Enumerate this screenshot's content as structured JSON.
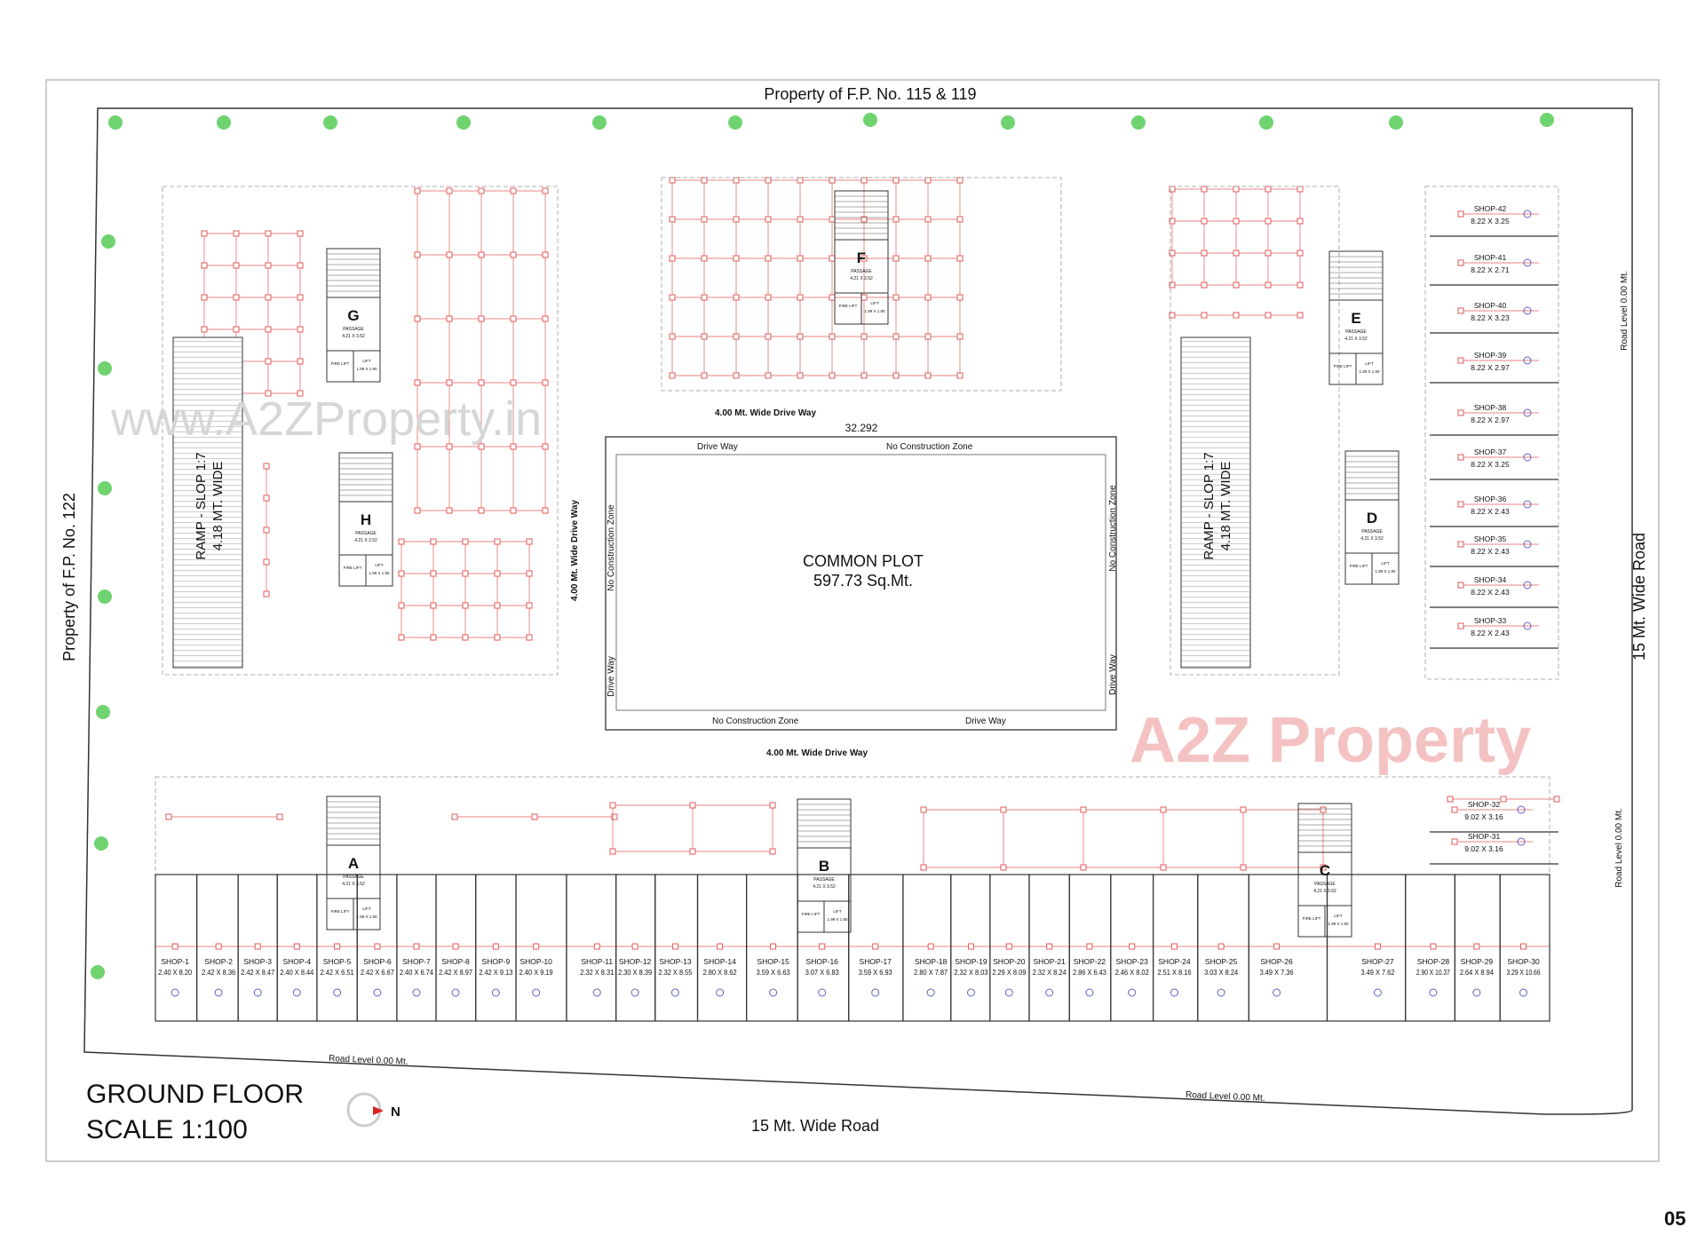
{
  "sheet": {
    "title": "GROUND FLOOR",
    "scale": "SCALE 1:100",
    "north_label": "N",
    "page_number": "05"
  },
  "boundaries": {
    "top": "Property of F.P. No. 115 & 119",
    "left": "Property of F.P. No. 122",
    "bottom_road": "15 Mt. Wide Road",
    "right_road": "15 Mt. Wide Road",
    "road_level": "Road Level 0.00 Mt."
  },
  "common_plot": {
    "title": "COMMON PLOT",
    "area": "597.73 Sq.Mt.",
    "dimension": "32.292",
    "drive_way": "Drive Way",
    "no_construction": "No Construction Zone"
  },
  "driveways": {
    "label": "4.00 Mt. Wide Drive Way"
  },
  "ramps": [
    {
      "label": "RAMP - SLOP 1:7",
      "width": "4.18 MT. WIDE"
    },
    {
      "label": "RAMP - SLOP 1:7",
      "width": "4.18 MT. WIDE"
    }
  ],
  "blocks": [
    {
      "letter": "A"
    },
    {
      "letter": "B"
    },
    {
      "letter": "C"
    },
    {
      "letter": "D"
    },
    {
      "letter": "E"
    },
    {
      "letter": "F"
    },
    {
      "letter": "G"
    },
    {
      "letter": "H"
    }
  ],
  "block_details": {
    "passage": "PASSAGE",
    "passage_size": "4.21 X 3.52",
    "fire_lift": "FIRE LIFT",
    "lift": "LIFT",
    "lift_size": "1.99 X 1.90"
  },
  "shops_front": [
    {
      "name": "SHOP-1",
      "size": "2.40 X 8.20"
    },
    {
      "name": "SHOP-2",
      "size": "2.42 X 8.36"
    },
    {
      "name": "SHOP-3",
      "size": "2.42 X 8.47"
    },
    {
      "name": "SHOP-4",
      "size": "2.40 X 8.44"
    },
    {
      "name": "SHOP-5",
      "size": "2.42 X 6.51"
    },
    {
      "name": "SHOP-6",
      "size": "2.42 X 6.67"
    },
    {
      "name": "SHOP-7",
      "size": "2.40 X 6.74"
    },
    {
      "name": "SHOP-8",
      "size": "2.42 X 8.97"
    },
    {
      "name": "SHOP-9",
      "size": "2.42 X 9.13"
    },
    {
      "name": "SHOP-10",
      "size": "2.40 X 9.19"
    },
    {
      "name": "SHOP-11",
      "size": "2.32 X 8.31"
    },
    {
      "name": "SHOP-12",
      "size": "2.30 X 8.39"
    },
    {
      "name": "SHOP-13",
      "size": "2.32 X 8.55"
    },
    {
      "name": "SHOP-14",
      "size": "2.80 X 8.62"
    },
    {
      "name": "SHOP-15",
      "size": "3.59 X 6.63"
    },
    {
      "name": "SHOP-16",
      "size": "3.07 X 6.83"
    },
    {
      "name": "SHOP-17",
      "size": "3.59 X 6.93"
    },
    {
      "name": "SHOP-18",
      "size": "2.80 X 7.87"
    },
    {
      "name": "SHOP-19",
      "size": "2.32 X 8.03"
    },
    {
      "name": "SHOP-20",
      "size": "2.29 X 8.09"
    },
    {
      "name": "SHOP-21",
      "size": "2.32 X 8.24"
    },
    {
      "name": "SHOP-22",
      "size": "2.86 X 6.43"
    },
    {
      "name": "SHOP-23",
      "size": "2.46 X 8.02"
    },
    {
      "name": "SHOP-24",
      "size": "2.51 X 8.16"
    },
    {
      "name": "SHOP-25",
      "size": "3.03 X 8.24"
    },
    {
      "name": "SHOP-26",
      "size": "3.49 X 7.36"
    },
    {
      "name": "SHOP-27",
      "size": "3.49 X 7.62"
    },
    {
      "name": "SHOP-28",
      "size": "2.90 X 10.37"
    },
    {
      "name": "SHOP-29",
      "size": "2.64 X 8.94"
    },
    {
      "name": "SHOP-30",
      "size": "3.29 X 10.66"
    }
  ],
  "shops_side": [
    {
      "name": "SHOP-31",
      "size": "9.02 X 3.16"
    },
    {
      "name": "SHOP-32",
      "size": "9.02 X 3.16"
    },
    {
      "name": "SHOP-33",
      "size": "8.22 X 2.43"
    },
    {
      "name": "SHOP-34",
      "size": "8.22 X 2.43"
    },
    {
      "name": "SHOP-35",
      "size": "8.22 X 2.43"
    },
    {
      "name": "SHOP-36",
      "size": "8.22 X 2.43"
    },
    {
      "name": "SHOP-37",
      "size": "8.22 X 3.25"
    },
    {
      "name": "SHOP-38",
      "size": "8.22 X 2.97"
    },
    {
      "name": "SHOP-39",
      "size": "8.22 X 2.97"
    },
    {
      "name": "SHOP-40",
      "size": "8.22 X 3.23"
    },
    {
      "name": "SHOP-41",
      "size": "8.22 X 2.71"
    },
    {
      "name": "SHOP-42",
      "size": "8.22 X 3.25"
    }
  ],
  "watermarks": {
    "left": "www.A2ZProperty.in",
    "right": "A2Z Property"
  },
  "colors": {
    "wall": "#333333",
    "column": "#e05a5a",
    "tree": "#6fd36f",
    "sd_symbol": "#6060c0"
  }
}
